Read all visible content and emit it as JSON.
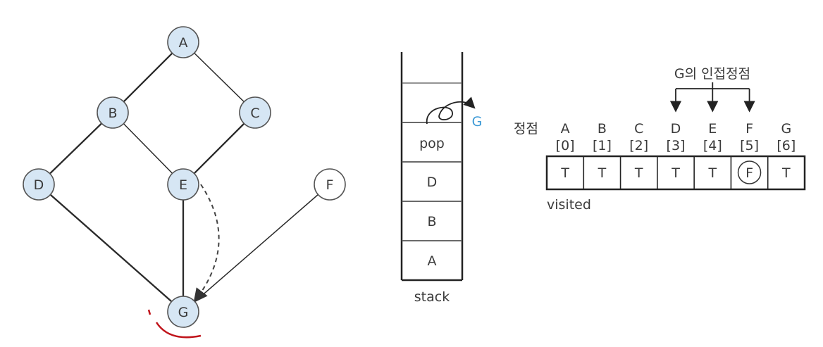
{
  "graph": {
    "nodes": [
      {
        "id": "A",
        "label": "A",
        "visited": true
      },
      {
        "id": "B",
        "label": "B",
        "visited": true
      },
      {
        "id": "C",
        "label": "C",
        "visited": true
      },
      {
        "id": "D",
        "label": "D",
        "visited": true
      },
      {
        "id": "E",
        "label": "E",
        "visited": true
      },
      {
        "id": "F",
        "label": "F",
        "visited": false
      },
      {
        "id": "G",
        "label": "G",
        "visited": true
      }
    ],
    "edges": [
      [
        "A",
        "B"
      ],
      [
        "A",
        "C"
      ],
      [
        "B",
        "D"
      ],
      [
        "B",
        "E"
      ],
      [
        "C",
        "E"
      ],
      [
        "D",
        "G"
      ],
      [
        "E",
        "G"
      ],
      [
        "F",
        "G"
      ]
    ],
    "traversal_arrow": {
      "from": "E",
      "to": "G"
    }
  },
  "stack": {
    "items": [
      "A",
      "B",
      "D"
    ],
    "pop_label": "pop",
    "popped": "G",
    "caption": "stack"
  },
  "vertex_table": {
    "row_label": "정점",
    "adjacent_caption": "G의 인접정점",
    "adjacent_targets": [
      "D",
      "E",
      "F"
    ],
    "vertices": [
      "A",
      "B",
      "C",
      "D",
      "E",
      "F",
      "G"
    ],
    "indices": [
      "[0]",
      "[1]",
      "[2]",
      "[3]",
      "[4]",
      "[5]",
      "[6]"
    ],
    "visited": [
      "T",
      "T",
      "T",
      "T",
      "T",
      "F",
      "T"
    ],
    "highlighted_index": 5,
    "array_caption": "visited"
  },
  "colors": {
    "visited_fill": "#d6e6f4",
    "node_stroke": "#555555",
    "popped_color": "#3d9ad6",
    "marker": "#c0141b"
  }
}
